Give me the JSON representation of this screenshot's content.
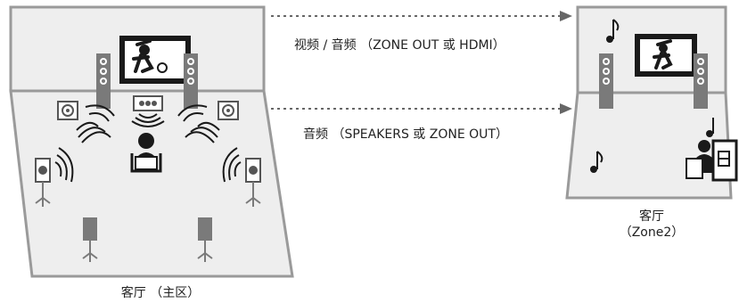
{
  "labels": {
    "video_audio": "视频 / 音频 （ZONE OUT 或 HDMI）",
    "audio": "音频 （SPEAKERS 或 ZONE OUT）",
    "living_room_zone2_line1": "客厅",
    "living_room_zone2_line2": "（Zone2）",
    "living_room_main": "客厅 （主区）"
  },
  "colors": {
    "outline": "#9a9a9a",
    "room_fill": "#eeeeee",
    "dark": "#1a1a1a",
    "speaker": "#7a7a7a",
    "arrow": "#666666"
  },
  "icons": [
    "tv-icon",
    "soccer-player-icon",
    "tower-speaker-icon",
    "surround-speaker-icon",
    "center-speaker-icon",
    "subwoofer-icon",
    "listener-icon",
    "music-note-icon",
    "av-receiver-icon",
    "sound-wave-icon",
    "dotted-arrow-icon"
  ]
}
